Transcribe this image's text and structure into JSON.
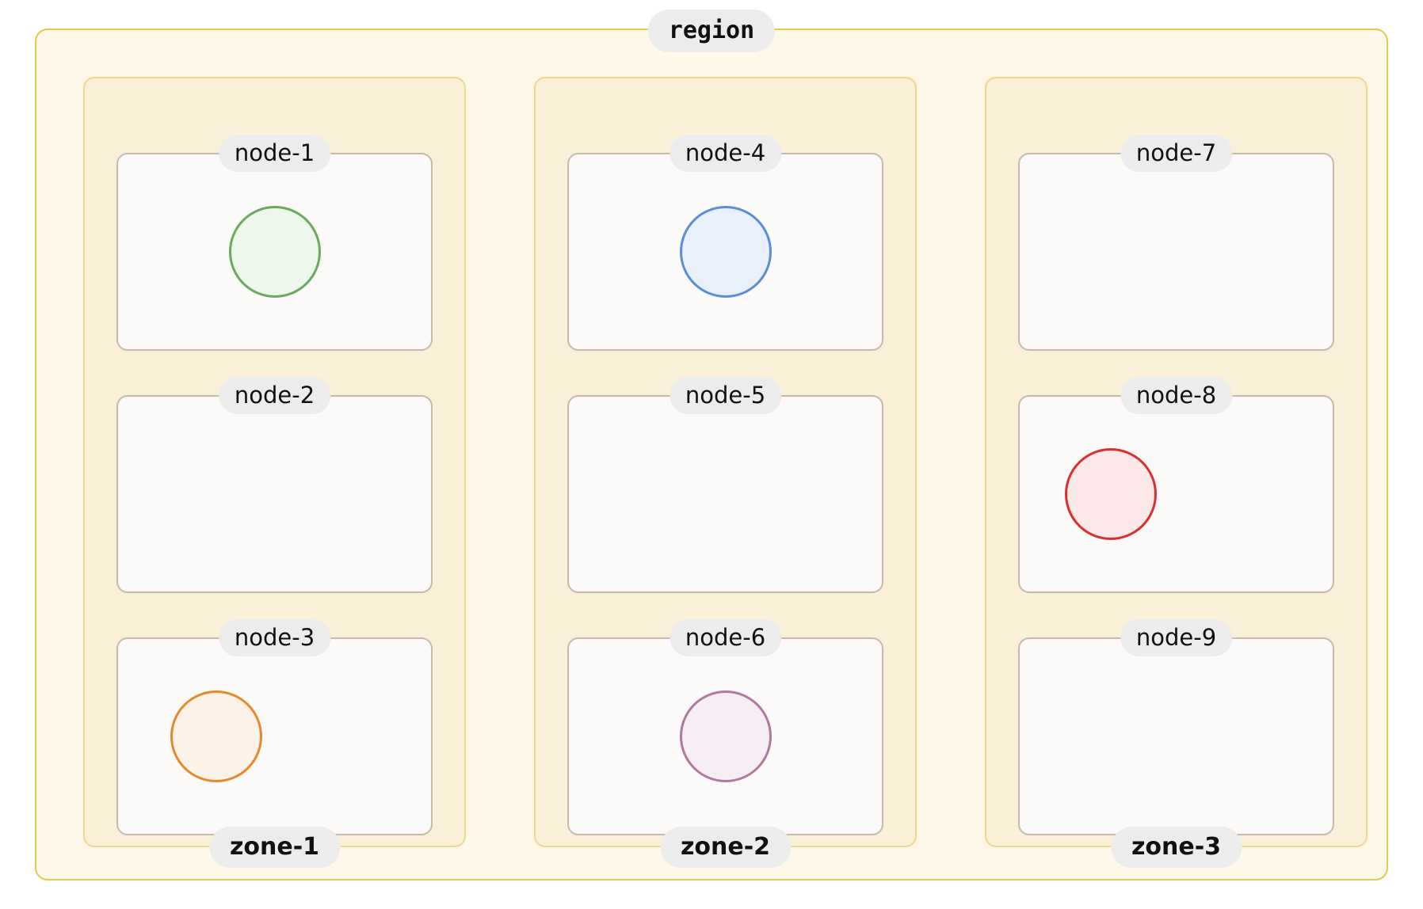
{
  "diagram": {
    "type": "nested-container-diagram",
    "region": {
      "label": "region",
      "border_color": "#e8c94a",
      "fill_color": "#fdf8e7"
    },
    "zone_style": {
      "border_color": "#f0d88a",
      "fill_color": "#faf0d8"
    },
    "node_style": {
      "border_color": "#c8b8ae",
      "fill_color": "#fbfaf9"
    },
    "label_pill_color": "#ececec",
    "zones": [
      {
        "label": "zone-1",
        "nodes": [
          {
            "label": "node-1",
            "shape": "circle",
            "shape_position": "center",
            "shape_border_color": "#6aaa5e",
            "shape_fill_color": "#eef7ec"
          },
          {
            "label": "node-2",
            "shape": null,
            "shape_position": null,
            "shape_border_color": null,
            "shape_fill_color": null
          },
          {
            "label": "node-3",
            "shape": "circle",
            "shape_position": "left",
            "shape_border_color": "#e8882e",
            "shape_fill_color": "#fcf2e8"
          }
        ]
      },
      {
        "label": "zone-2",
        "nodes": [
          {
            "label": "node-4",
            "shape": "circle",
            "shape_position": "center",
            "shape_border_color": "#5b8ed6",
            "shape_fill_color": "#e8f0fb"
          },
          {
            "label": "node-5",
            "shape": null,
            "shape_position": null,
            "shape_border_color": null,
            "shape_fill_color": null
          },
          {
            "label": "node-6",
            "shape": "circle",
            "shape_position": "center",
            "shape_border_color": "#b07aa0",
            "shape_fill_color": "#f6eef4"
          }
        ]
      },
      {
        "label": "zone-3",
        "nodes": [
          {
            "label": "node-7",
            "shape": null,
            "shape_position": null,
            "shape_border_color": null,
            "shape_fill_color": null
          },
          {
            "label": "node-8",
            "shape": "circle",
            "shape_position": "leftish",
            "shape_border_color": "#dd2e2e",
            "shape_fill_color": "#fce8e8"
          },
          {
            "label": "node-9",
            "shape": null,
            "shape_position": null,
            "shape_border_color": null,
            "shape_fill_color": null
          }
        ]
      }
    ]
  }
}
